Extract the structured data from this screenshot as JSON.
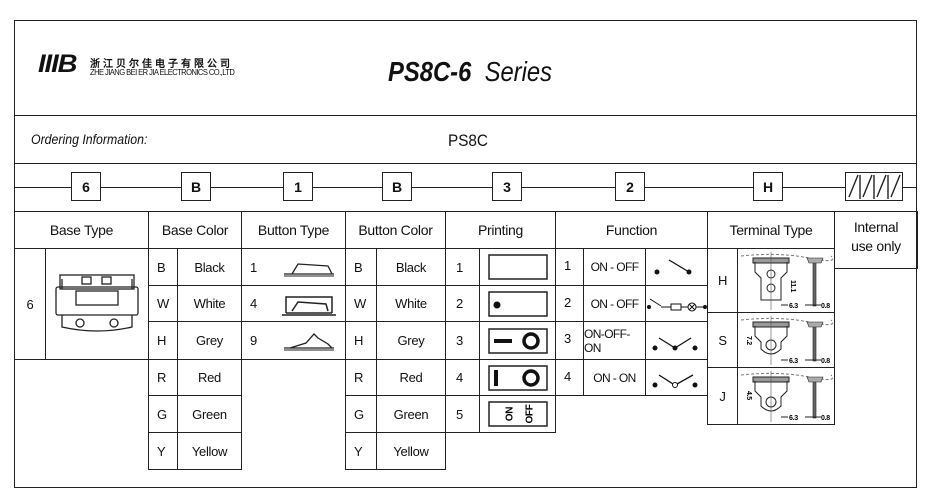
{
  "header": {
    "logo_text": "IIIB",
    "company_cn": "浙江贝尔佳电子有限公司",
    "company_en": "ZHE JIANG BEI ER JIA ELECTRONICS CO.,LTD",
    "model": "PS8C-6",
    "series": "Series"
  },
  "ordering": {
    "label": "Ordering Information:",
    "model": "PS8C"
  },
  "code_boxes": [
    "6",
    "B",
    "1",
    "B",
    "3",
    "2",
    "H"
  ],
  "columns": {
    "base_type": "Base Type",
    "base_color": "Base Color",
    "button_type": "Button Type",
    "button_color": "Button Color",
    "printing": "Printing",
    "function": "Function",
    "terminal_type": "Terminal Type",
    "internal": "Internal use only"
  },
  "base_type": [
    {
      "code": "6",
      "icon": "rocker-switch-front-view"
    }
  ],
  "base_color": [
    {
      "code": "B",
      "name": "Black"
    },
    {
      "code": "W",
      "name": "White"
    },
    {
      "code": "H",
      "name": "Grey"
    },
    {
      "code": "R",
      "name": "Red"
    },
    {
      "code": "G",
      "name": "Green"
    },
    {
      "code": "Y",
      "name": "Yellow"
    }
  ],
  "button_type": [
    {
      "code": "1",
      "icon": "flat-rocker"
    },
    {
      "code": "4",
      "icon": "guarded-rocker"
    },
    {
      "code": "9",
      "icon": "raised-rocker"
    }
  ],
  "button_color": [
    {
      "code": "B",
      "name": "Black"
    },
    {
      "code": "W",
      "name": "White"
    },
    {
      "code": "H",
      "name": "Grey"
    },
    {
      "code": "R",
      "name": "Red"
    },
    {
      "code": "G",
      "name": "Green"
    },
    {
      "code": "Y",
      "name": "Yellow"
    }
  ],
  "printing": [
    {
      "code": "1",
      "icon": "blank"
    },
    {
      "code": "2",
      "icon": "dot"
    },
    {
      "code": "3",
      "icon": "dash-circle"
    },
    {
      "code": "4",
      "icon": "bar-circle"
    },
    {
      "code": "5",
      "icon": "on-off-text",
      "text_on": "ON",
      "text_off": "OFF"
    }
  ],
  "function": [
    {
      "code": "1",
      "label": "ON - OFF",
      "icon": "spst"
    },
    {
      "code": "2",
      "label": "ON - OFF",
      "icon": "spst-lamp"
    },
    {
      "code": "3",
      "label": "ON-OFF-ON",
      "icon": "spdt-center-off"
    },
    {
      "code": "4",
      "label": "ON - ON",
      "icon": "spdt"
    }
  ],
  "terminal": [
    {
      "code": "H",
      "dim_a": "11.1",
      "dim_w": "6.3",
      "dim_t": "0.8"
    },
    {
      "code": "S",
      "dim_a": "7.2",
      "dim_w": "6.3",
      "dim_t": "0.8"
    },
    {
      "code": "J",
      "dim_a": "4.5",
      "dim_w": "6.3",
      "dim_t": "0.8"
    }
  ]
}
